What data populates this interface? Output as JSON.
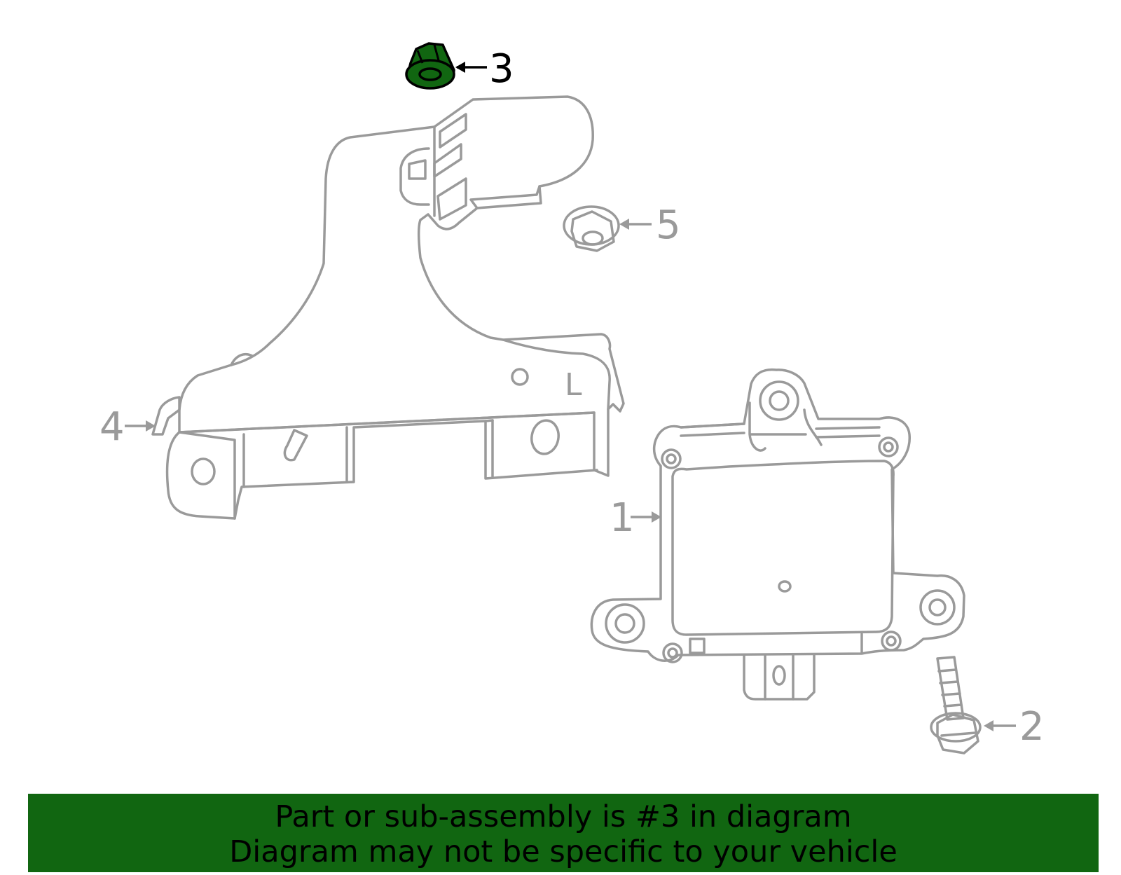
{
  "diagram": {
    "highlight_color": "#116611",
    "part_color": "#9a9a9a",
    "callouts": [
      {
        "id": "1",
        "label": "1",
        "part": "module"
      },
      {
        "id": "2",
        "label": "2",
        "part": "bolt"
      },
      {
        "id": "3",
        "label": "3",
        "part": "nut",
        "highlighted": true
      },
      {
        "id": "4",
        "label": "4",
        "part": "bracket"
      },
      {
        "id": "5",
        "label": "5",
        "part": "nut"
      }
    ],
    "bracket_marking": "L"
  },
  "banner": {
    "line1": "Part or sub-assembly is #3 in diagram",
    "line2": "Diagram may not be specific to your vehicle",
    "background": "#116611"
  }
}
